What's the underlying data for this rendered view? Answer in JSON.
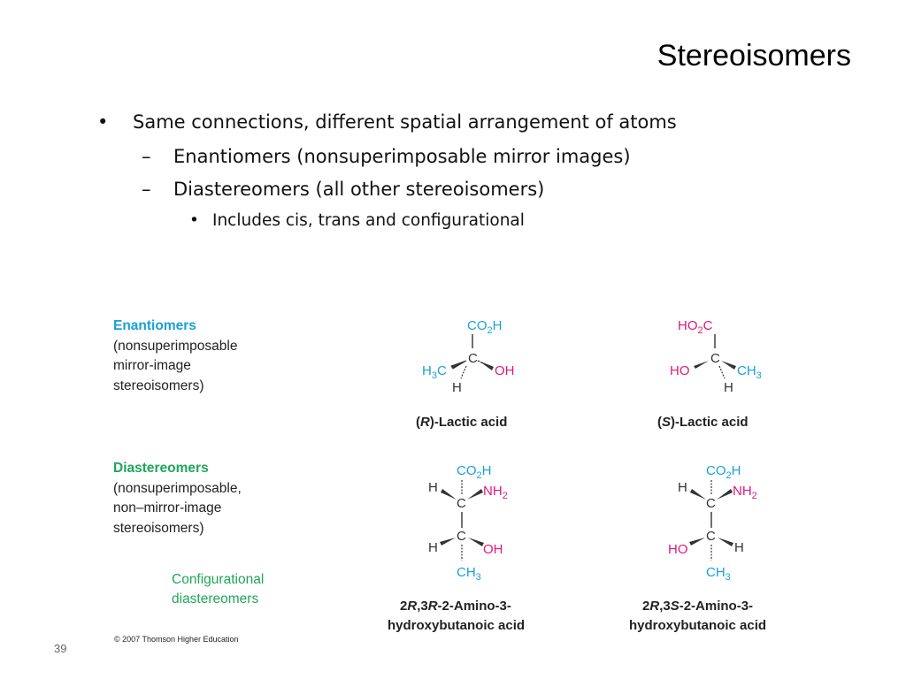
{
  "slide": {
    "title": "Stereoisomers",
    "number": "39"
  },
  "bullets": {
    "marker": "•",
    "dash": "–",
    "sub_marker": "•",
    "line1": "Same connections, different spatial arrangement of atoms",
    "line2": "Enantiomers (nonsuperimposable mirror images)",
    "line3": "Diastereomers (all other stereoisomers)",
    "line4": "Includes cis, trans and configurational"
  },
  "figure": {
    "colors": {
      "blue": "#1aa0d8",
      "green": "#1fa65a",
      "magenta": "#e0187a",
      "text": "#222222"
    },
    "enantiomers_heading": "Enantiomers",
    "enantiomers_desc": [
      "(nonsuperimposable",
      "mirror-image",
      "stereoisomers)"
    ],
    "diastereomers_heading": "Diastereomers",
    "diastereomers_desc": [
      "(nonsuperimposable,",
      "non–mirror-image",
      "stereoisomers)"
    ],
    "configurational": [
      "Configurational",
      "diastereomers"
    ],
    "atoms": {
      "C": "C",
      "H": "H",
      "O": "O",
      "CO": "CO",
      "HO": "HO",
      "NH": "NH",
      "CH": "CH",
      "sub2": "2",
      "sub3": "3",
      "OH": "OH",
      "H3C_H": "H",
      "H3C_C": "C",
      "CH3_C": "CH",
      "HO2C": "HO",
      "HO2C_C": "C"
    },
    "r_lactic": {
      "prefix": "(",
      "letter": "R",
      "suffix": ")-Lactic acid"
    },
    "s_lactic": {
      "prefix": "(",
      "letter": "S",
      "suffix": ")-Lactic acid"
    },
    "rr_name": {
      "a": "2",
      "b": "R",
      "c": ",3",
      "d": "R",
      "e": "-2-Amino-3-",
      "line2": "hydroxybutanoic acid"
    },
    "rs_name": {
      "a": "2",
      "b": "R",
      "c": ",3",
      "d": "S",
      "e": "-2-Amino-3-",
      "line2": "hydroxybutanoic acid"
    },
    "copyright": "© 2007 Thomson Higher Education"
  }
}
